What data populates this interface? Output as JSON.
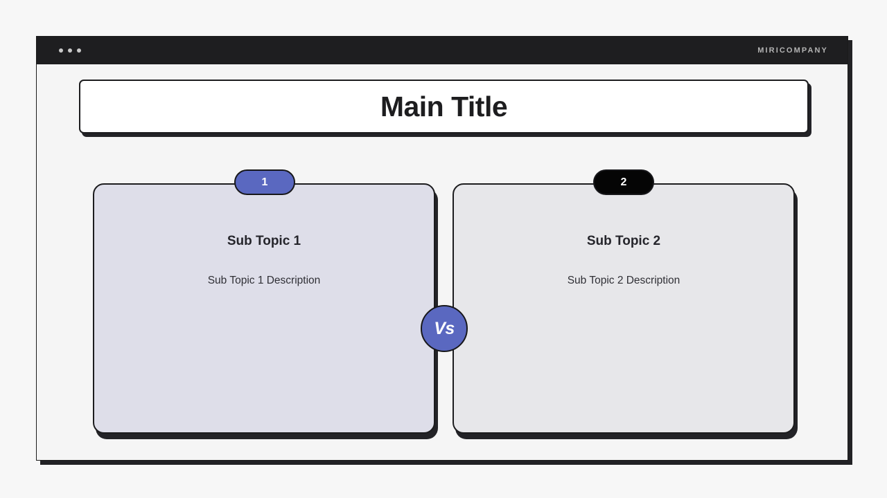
{
  "window": {
    "brand": "MIRICOMPANY",
    "traffic_dots": [
      "dot-1",
      "dot-2",
      "dot-3"
    ]
  },
  "slide": {
    "title": "Main Title",
    "vs_label": "Vs",
    "panels": [
      {
        "badge": "1",
        "heading": "Sub Topic 1",
        "description": "Sub Topic 1 Description"
      },
      {
        "badge": "2",
        "heading": "Sub Topic 2",
        "description": "Sub Topic 2 Description"
      }
    ]
  },
  "colors": {
    "accent_blue": "#5a68c0",
    "ink": "#1c1c1e",
    "panel_left_fill": "#dedee9",
    "panel_right_fill": "#e7e7ea",
    "badge_two_fill": "#050505",
    "page_background": "#f7f7f7"
  }
}
